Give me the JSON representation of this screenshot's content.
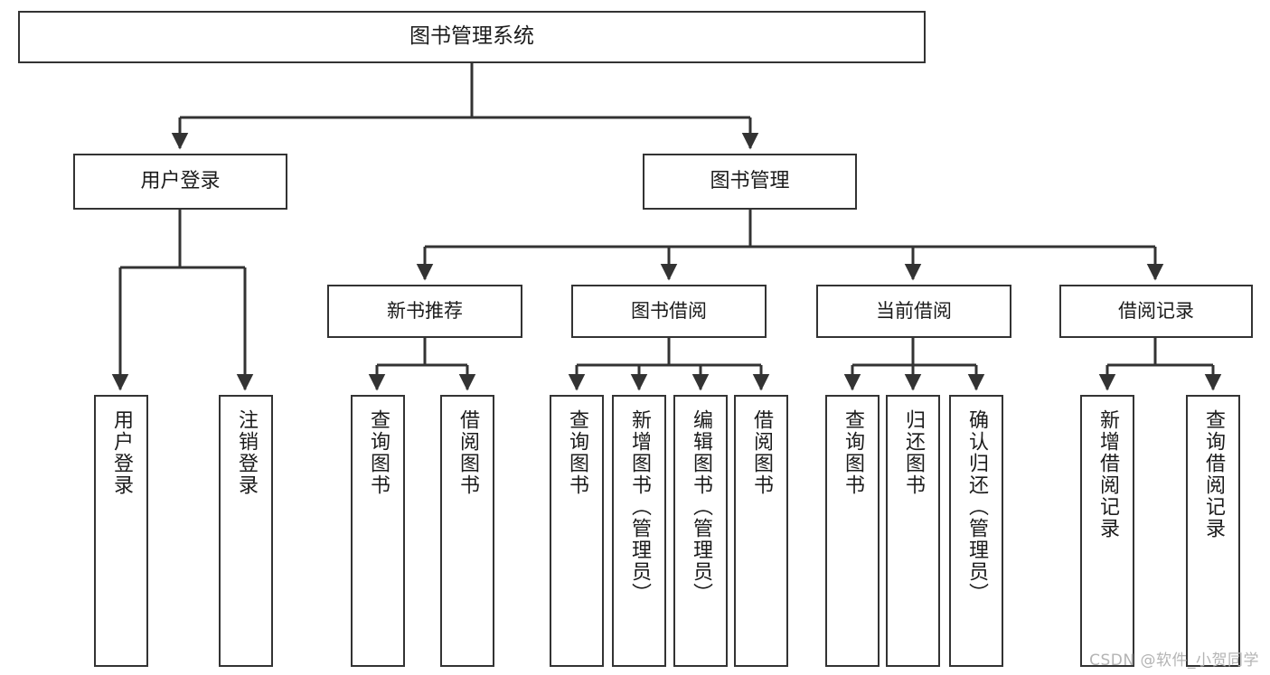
{
  "diagram": {
    "type": "tree",
    "title": "图书管理系统",
    "orientation": "top-down",
    "colors": {
      "box_border": "#333333",
      "box_fill": "#ffffff",
      "connector": "#333333",
      "text": "#1b1b1b",
      "watermark": "#b4b4b4",
      "background": "#ffffff"
    }
  },
  "root": {
    "label": "图书管理系统"
  },
  "tier2": [
    {
      "id": "user-login",
      "label": "用户登录"
    },
    {
      "id": "book-manage",
      "label": "图书管理"
    }
  ],
  "tier3": [
    {
      "id": "new-book-rec",
      "label": "新书推荐",
      "parent": "book-manage"
    },
    {
      "id": "book-borrow",
      "label": "图书借阅",
      "parent": "book-manage"
    },
    {
      "id": "current-borrow",
      "label": "当前借阅",
      "parent": "book-manage"
    },
    {
      "id": "borrow-record",
      "label": "借阅记录",
      "parent": "book-manage"
    }
  ],
  "leaves": {
    "user_login": [
      {
        "id": "leaf-user-login",
        "label": "用户登录"
      },
      {
        "id": "leaf-user-logout",
        "label": "注销登录"
      }
    ],
    "new_book_rec": [
      {
        "id": "leaf-query-book-1",
        "label": "查询图书"
      },
      {
        "id": "leaf-borrow-book-1",
        "label": "借阅图书"
      }
    ],
    "book_borrow": [
      {
        "id": "leaf-query-book-2",
        "label": "查询图书"
      },
      {
        "id": "leaf-add-book",
        "label": "新增图书（管理员）"
      },
      {
        "id": "leaf-edit-book",
        "label": "编辑图书（管理员）"
      },
      {
        "id": "leaf-borrow-book-2",
        "label": "借阅图书"
      }
    ],
    "current_borrow": [
      {
        "id": "leaf-query-book-3",
        "label": "查询图书"
      },
      {
        "id": "leaf-return-book",
        "label": "归还图书"
      },
      {
        "id": "leaf-confirm-return",
        "label": "确认归还（管理员）"
      }
    ],
    "borrow_record": [
      {
        "id": "leaf-add-record",
        "label": "新增借阅记录"
      },
      {
        "id": "leaf-query-record",
        "label": "查询借阅记录"
      }
    ]
  },
  "watermark": {
    "text": "CSDN @软件_小贺同学"
  }
}
